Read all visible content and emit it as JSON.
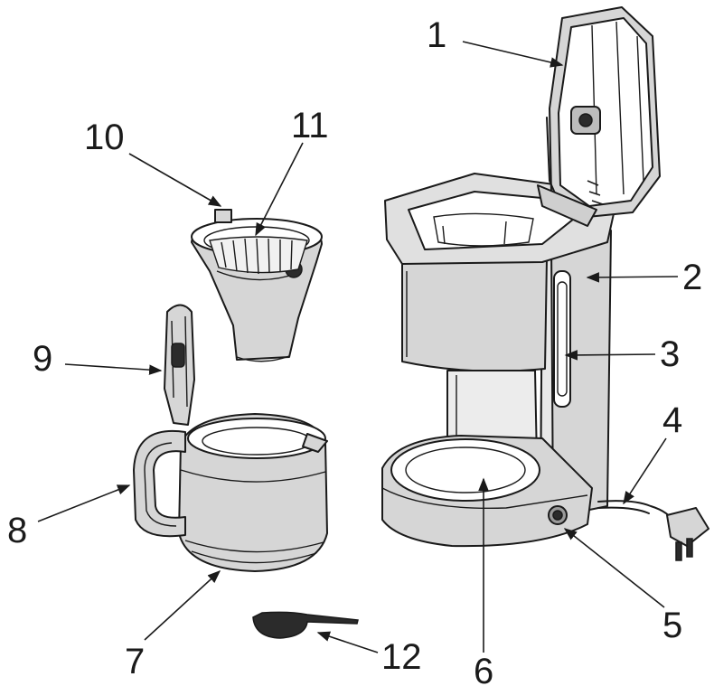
{
  "diagram": {
    "callouts": [
      {
        "id": "1",
        "text": "1"
      },
      {
        "id": "2",
        "text": "2"
      },
      {
        "id": "3",
        "text": "3"
      },
      {
        "id": "4",
        "text": "4"
      },
      {
        "id": "5",
        "text": "5"
      },
      {
        "id": "6",
        "text": "6"
      },
      {
        "id": "7",
        "text": "7"
      },
      {
        "id": "8",
        "text": "8"
      },
      {
        "id": "9",
        "text": "9"
      },
      {
        "id": "10",
        "text": "10"
      },
      {
        "id": "11",
        "text": "11"
      },
      {
        "id": "12",
        "text": "12"
      }
    ]
  }
}
